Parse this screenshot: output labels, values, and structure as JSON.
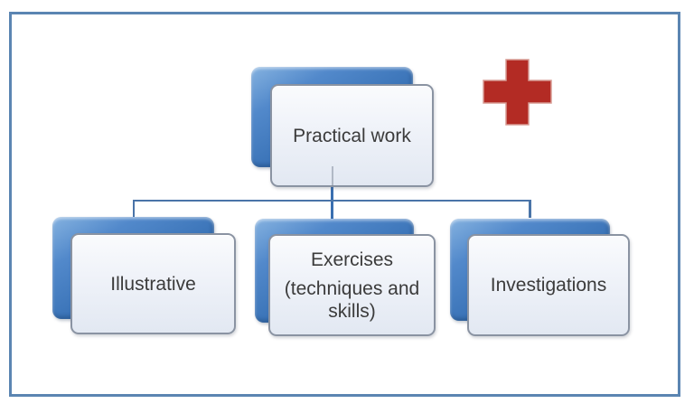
{
  "diagram": {
    "type": "hierarchy",
    "root": {
      "label": "Practical work"
    },
    "children": [
      {
        "label": "Illustrative"
      },
      {
        "label": "Exercises",
        "sublabel": "(techniques and skills)"
      },
      {
        "label": "Investigations"
      }
    ]
  },
  "decorations": {
    "red_cross_icon": "red-cross",
    "red_cross_color": "#b32b24",
    "red_cross_outline": "#d79b94"
  },
  "style": {
    "frame_border_color": "#5b85b2",
    "node_back_color": "#3b74b8",
    "node_front_border_color": "#8a93a2",
    "connector_color": "#4a74a8",
    "connector_center_color": "#3a6fb0",
    "text_color": "#3b3b3b"
  }
}
